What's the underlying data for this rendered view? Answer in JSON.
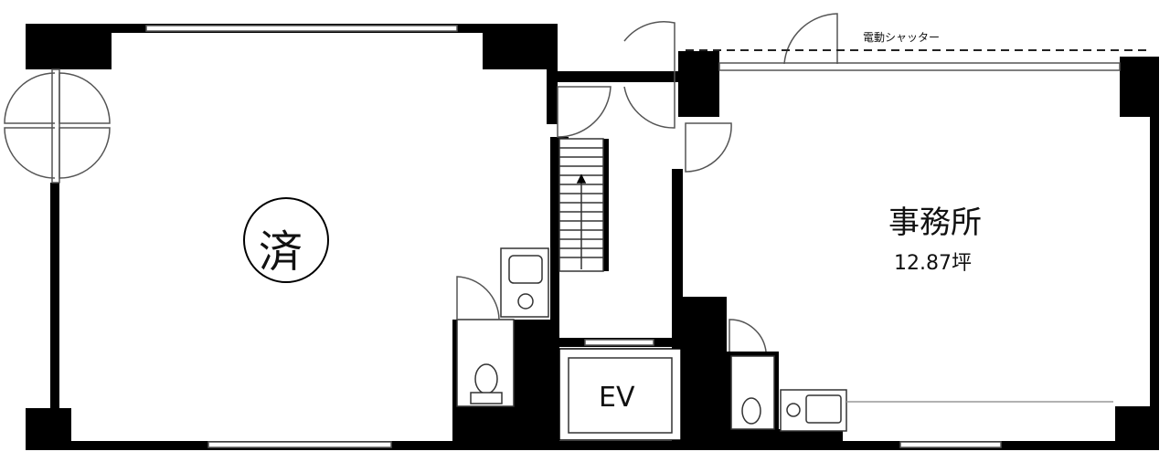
{
  "plan": {
    "shutter_label": "電動シャッター",
    "contracted_stamp": "済",
    "office_label": "事務所",
    "office_area": "12.87坪",
    "elevator_label": "EV"
  }
}
